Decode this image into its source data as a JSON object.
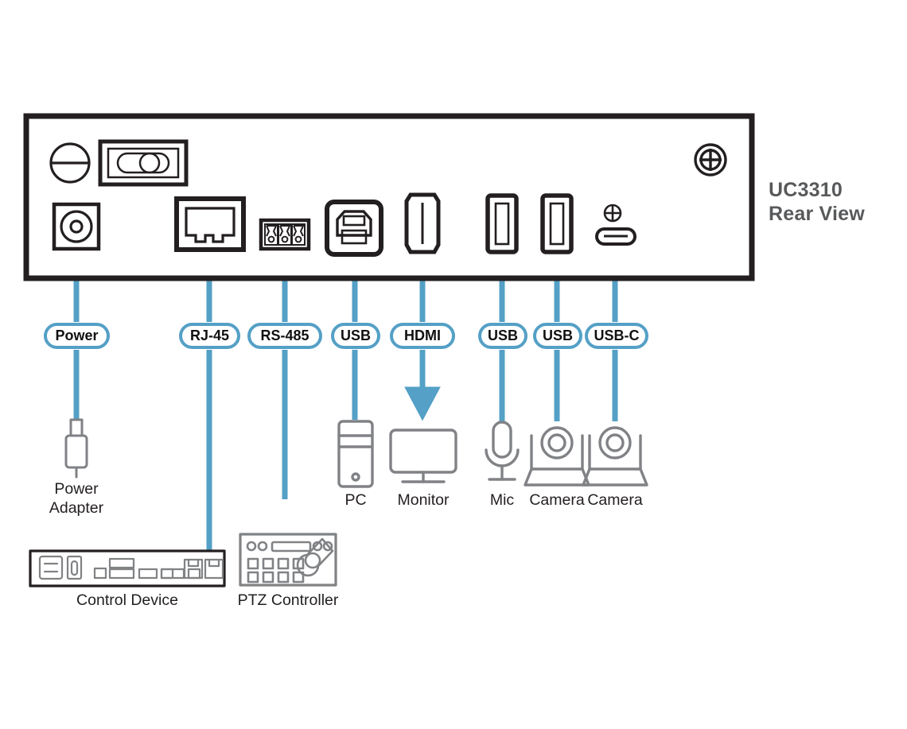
{
  "diagram": {
    "title_line1": "UC3310",
    "title_line2": "Rear View",
    "accent_color": "#54a0c6",
    "panel_outline_color": "#231f20",
    "device_icon_color": "#808285",
    "title_color": "#58595b"
  },
  "panel": {
    "ports": [
      {
        "name": "power-jack",
        "type": "dc-power"
      },
      {
        "name": "rj45-port",
        "type": "rj45"
      },
      {
        "name": "rs485-port",
        "type": "terminal-block-3pin"
      },
      {
        "name": "usb-b-port",
        "type": "usb-type-b"
      },
      {
        "name": "hdmi-port",
        "type": "hdmi"
      },
      {
        "name": "usb-a-port-1",
        "type": "usb-type-a"
      },
      {
        "name": "usb-a-port-2",
        "type": "usb-type-a"
      },
      {
        "name": "usb-c-port",
        "type": "usb-type-c"
      }
    ],
    "controls": [
      {
        "name": "power-button",
        "type": "circle-split"
      },
      {
        "name": "status-led-bar",
        "type": "led-indicator"
      },
      {
        "name": "grounding-screw",
        "type": "screw"
      }
    ]
  },
  "connections": [
    {
      "label": "Power",
      "direction": "none",
      "device": "Power Adapter"
    },
    {
      "label": "RJ-45",
      "direction": "in",
      "device": "Control Device"
    },
    {
      "label": "RS-485",
      "direction": "in",
      "device": "PTZ Controller"
    },
    {
      "label": "USB",
      "direction": "none",
      "device": "PC"
    },
    {
      "label": "HDMI",
      "direction": "out",
      "device": "Monitor"
    },
    {
      "label": "USB",
      "direction": "in",
      "device": "Mic"
    },
    {
      "label": "USB",
      "direction": "in",
      "device": "Camera"
    },
    {
      "label": "USB-C",
      "direction": "in",
      "device": "Camera"
    }
  ],
  "labels": {
    "power": "Power",
    "rj45": "RJ-45",
    "rs485": "RS-485",
    "usb_b": "USB",
    "hdmi": "HDMI",
    "usb_a1": "USB",
    "usb_a2": "USB",
    "usb_c": "USB-C"
  },
  "devices": {
    "power_adapter_line1": "Power",
    "power_adapter_line2": "Adapter",
    "control_device": "Control Device",
    "ptz_controller": "PTZ Controller",
    "pc": "PC",
    "monitor": "Monitor",
    "mic": "Mic",
    "camera_1": "Camera",
    "camera_2": "Camera"
  }
}
